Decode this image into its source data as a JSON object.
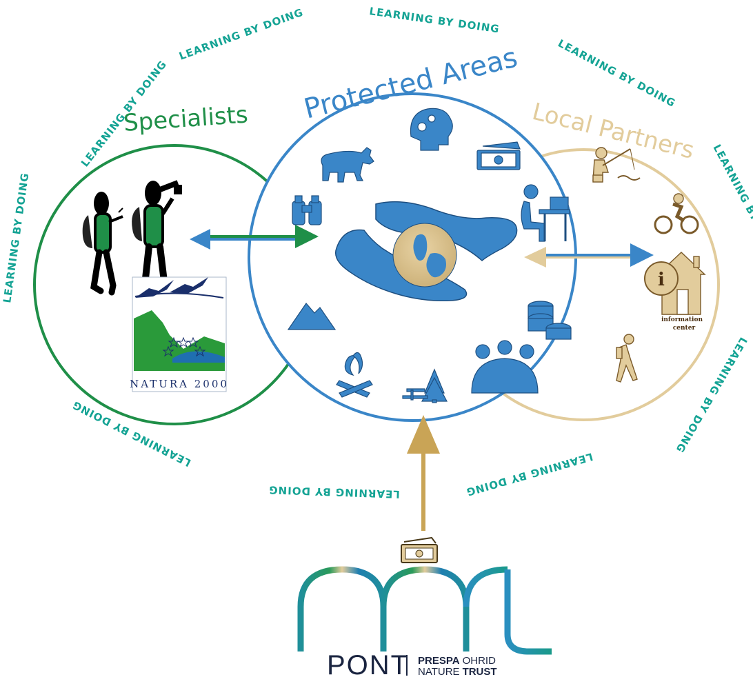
{
  "titles": {
    "center": "Protected Areas",
    "left": "Specialists",
    "right": "Local Partners"
  },
  "ring_text": "LEARNING BY DOING",
  "natura": {
    "label": "NATURA 2000"
  },
  "info_center": {
    "line1": "information",
    "line2": "center"
  },
  "logo": {
    "name": "PONT",
    "line1_bold": "PRESPA",
    "line1_rest": "OHRID",
    "line2_rest": "NATURE",
    "line2_bold": "TRUST"
  },
  "colors": {
    "center_ring": "#3a86c8",
    "left_ring": "#1f8f48",
    "right_ring": "#e2cc9c",
    "lbd_text": "#14a394",
    "funding_arrow": "#c9a456",
    "icon_blue": "#3a86c8"
  },
  "icons": {
    "center": [
      "bear-icon",
      "brain-gears-icon",
      "money-icon",
      "binoculars-icon",
      "office-worker-icon",
      "hands-globe-icon",
      "mountain-icon",
      "coins-icon",
      "campfire-icon",
      "picnic-tree-icon",
      "meeting-icon"
    ],
    "right": [
      "fisherman-icon",
      "cyclist-icon",
      "info-house-icon",
      "hiker-icon"
    ],
    "left": [
      "birdwatchers-icon",
      "natura2000-logo"
    ]
  }
}
